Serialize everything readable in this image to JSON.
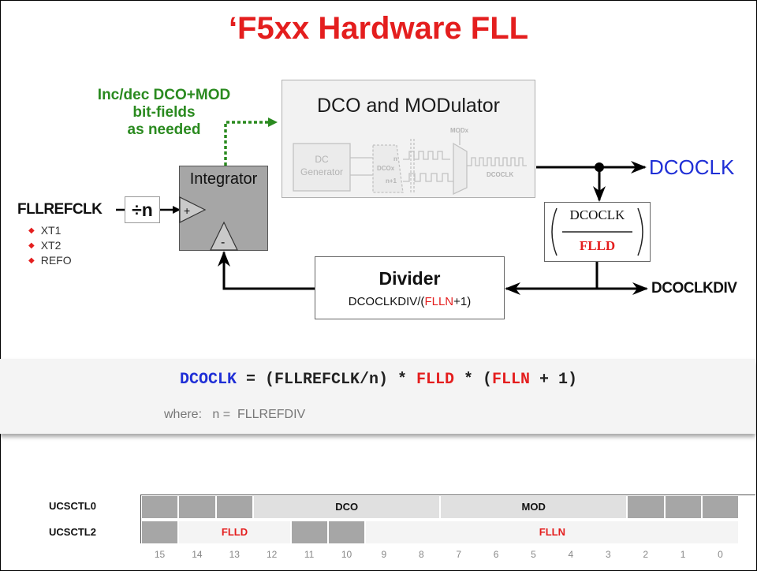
{
  "title": "‘F5xx Hardware FLL",
  "feedback_note": {
    "lines": [
      "Inc/dec DCO+MOD",
      "bit-fields",
      "as needed"
    ]
  },
  "dco_block": {
    "title": "DCO and MODulator",
    "inner": {
      "dc_generator": [
        "DC",
        "Generator"
      ],
      "n": "n",
      "dcox": "DCOx",
      "n_plus_1": "n+1",
      "modx": "MODx",
      "dcoclk": "DCOCLK"
    }
  },
  "integrator": {
    "label": "Integrator",
    "plus": "+",
    "minus": "-"
  },
  "input": {
    "label": "FLLREFCLK",
    "divider_symbol": "÷n",
    "sources": [
      "XT1",
      "XT2",
      "REFO"
    ]
  },
  "outputs": {
    "dcoclk": "DCOCLK",
    "dcoclkdiv": "DCOCLKDIV"
  },
  "fraction": {
    "numerator": "DCOCLK",
    "denominator": "FLLD"
  },
  "divider_block": {
    "title": "Divider",
    "sub_prefix": "DCOCLKDIV/(",
    "sub_highlight": "FLLN",
    "sub_suffix": "+1)"
  },
  "formula": {
    "lhs": "DCOCLK",
    "eq": " = (FLLREFCLK/n) * ",
    "flld": "FLLD",
    "mid": " * (",
    "flln": "FLLN",
    "end": " + 1)",
    "where": "where:   n =  FLLREFDIV"
  },
  "registers": {
    "rows": [
      {
        "name": "UCSCTL0",
        "fields": [
          {
            "label": "",
            "bits": 1,
            "fill": "#a6a6a6"
          },
          {
            "label": "",
            "bits": 1,
            "fill": "#a6a6a6"
          },
          {
            "label": "",
            "bits": 1,
            "fill": "#a6a6a6"
          },
          {
            "label": "DCO",
            "bits": 5,
            "fill": "#e0e0e0",
            "text_color": "#111111"
          },
          {
            "label": "MOD",
            "bits": 5,
            "fill": "#e0e0e0",
            "text_color": "#111111"
          },
          {
            "label": "",
            "bits": 1,
            "fill": "#a6a6a6"
          },
          {
            "label": "",
            "bits": 1,
            "fill": "#a6a6a6"
          },
          {
            "label": "",
            "bits": 1,
            "fill": "#a6a6a6"
          }
        ]
      },
      {
        "name": "UCSCTL2",
        "fields": [
          {
            "label": "",
            "bits": 1,
            "fill": "#a6a6a6"
          },
          {
            "label": "FLLD",
            "bits": 3,
            "fill": "#f4f4f4",
            "text_color": "#e41e1e"
          },
          {
            "label": "",
            "bits": 1,
            "fill": "#a6a6a6"
          },
          {
            "label": "",
            "bits": 1,
            "fill": "#a6a6a6"
          },
          {
            "label": "FLLN",
            "bits": 10,
            "fill": "#f4f4f4",
            "text_color": "#e41e1e"
          }
        ]
      }
    ],
    "bit_numbers": [
      "15",
      "14",
      "13",
      "12",
      "11",
      "10",
      "9",
      "8",
      "7",
      "6",
      "5",
      "4",
      "3",
      "2",
      "1",
      "0"
    ]
  },
  "colors": {
    "title_red": "#e41e1e",
    "green": "#2a8a1f",
    "blue": "#1f2fd6"
  }
}
